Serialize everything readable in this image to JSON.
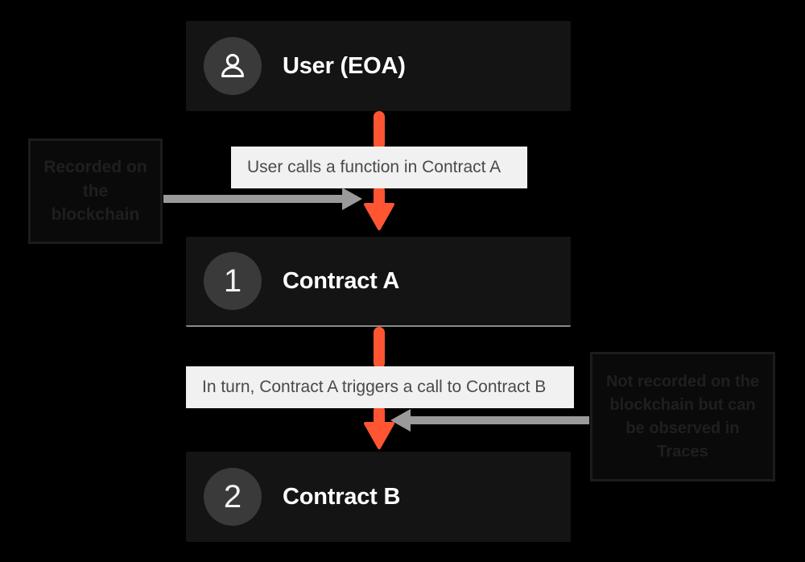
{
  "diagram": {
    "title": "Contract call flow between User (EOA), Contract A and Contract B",
    "background_color": "#000000",
    "accent_color": "#ff5533",
    "card_color": "#141414",
    "caption_color": "#f1f1f1",
    "gray_arrow_color": "#9a9a9a"
  },
  "nodes": [
    {
      "id": "user",
      "badge_type": "person-icon",
      "badge_value": "",
      "label": "User (EOA)"
    },
    {
      "id": "contract-a",
      "badge_type": "number",
      "badge_value": "1",
      "label": "Contract A"
    },
    {
      "id": "contract-b",
      "badge_type": "number",
      "badge_value": "2",
      "label": "Contract B"
    }
  ],
  "captions": [
    {
      "id": "caption-user-to-a",
      "text": "User calls a function in Contract A"
    },
    {
      "id": "caption-a-to-b",
      "text": "In turn, Contract A triggers a call to Contract B"
    }
  ],
  "annotations": [
    {
      "id": "annotation-recorded",
      "text": "Recorded on the blockchain",
      "points_to": "caption-user-to-a",
      "arrow_direction": "right"
    },
    {
      "id": "annotation-not-recorded",
      "text": "Not recorded on the blockchain but can be observed in Traces",
      "points_to": "caption-a-to-b",
      "arrow_direction": "left"
    }
  ]
}
